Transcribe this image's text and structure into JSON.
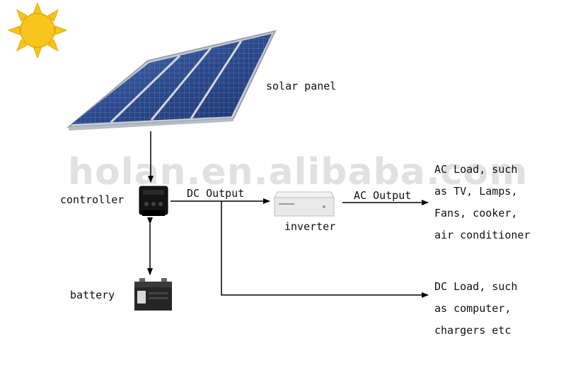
{
  "labels": {
    "solar_panel": "solar panel",
    "controller": "controller",
    "battery": "battery",
    "inverter": "inverter",
    "dc_output": "DC Output",
    "ac_output": "AC Output"
  },
  "ac_load": [
    "AC Load, such",
    "as TV, Lamps,",
    "Fans, cooker,",
    "air conditioner"
  ],
  "dc_load": [
    "DC Load, such",
    "as computer,",
    "chargers etc"
  ],
  "watermark": "holan.en.alibaba.com",
  "colors": {
    "sun": "#f5c518",
    "panel": "#2f4f8f",
    "arrow": "#000000"
  }
}
